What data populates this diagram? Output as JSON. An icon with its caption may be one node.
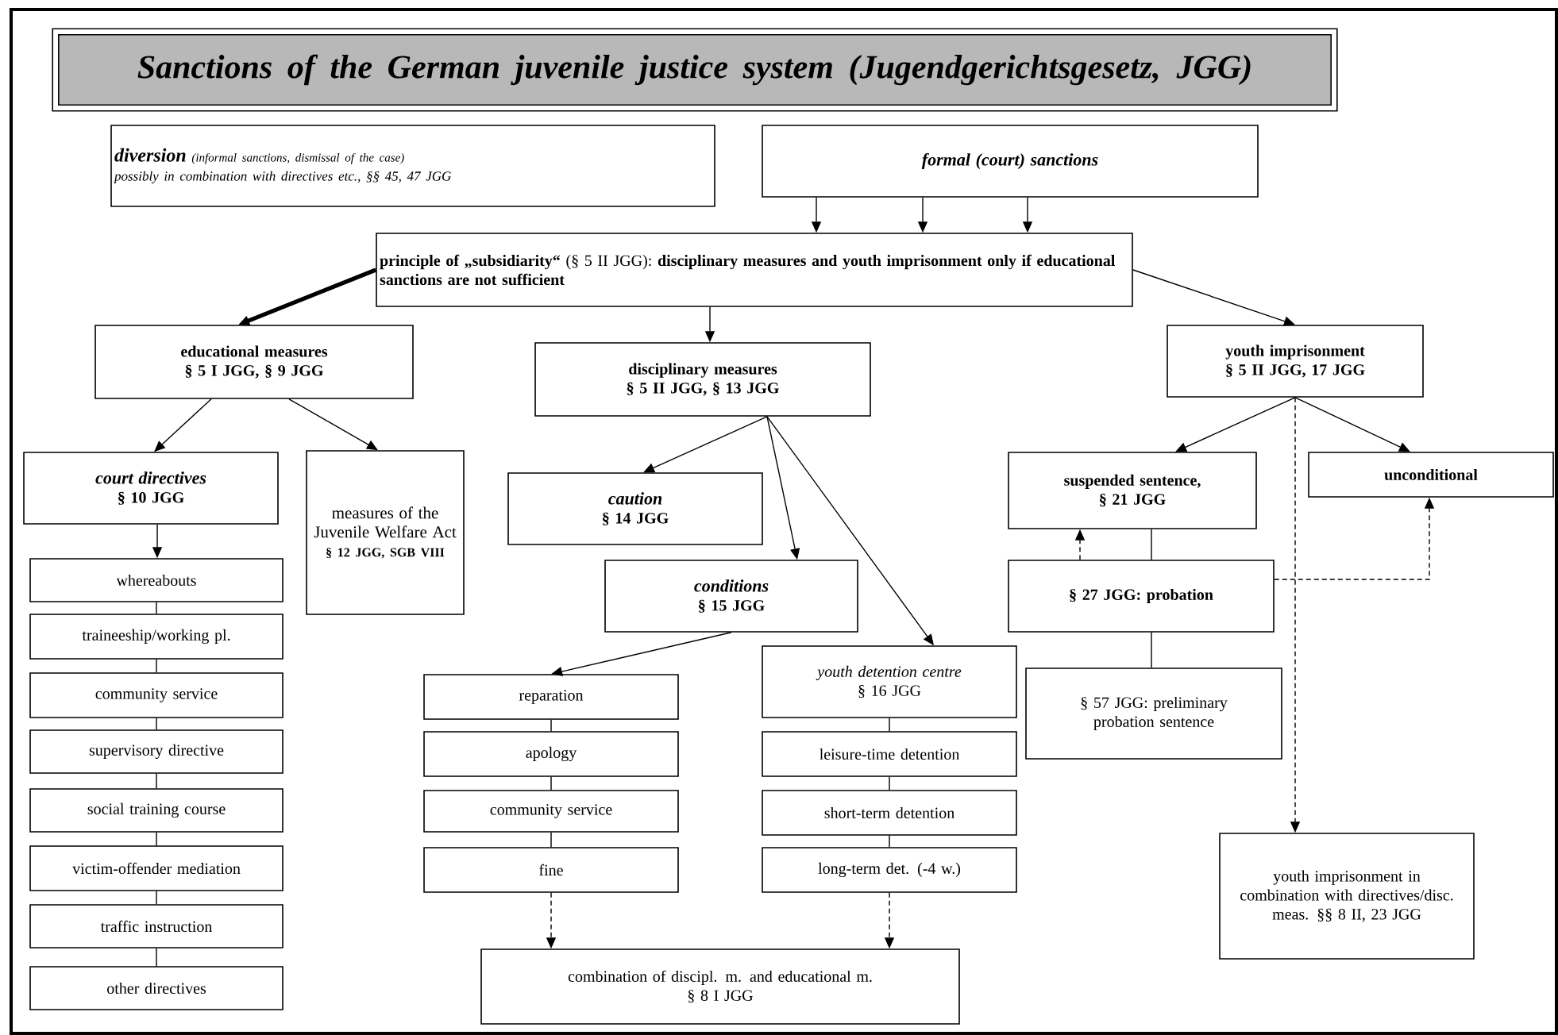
{
  "diagram": {
    "nodes": [
      {
        "text": [
          "Sanctions of the German juvenile justice system (Jugendgerichtsgesetz, JGG)"
        ]
      },
      {
        "text": [
          "diversion",
          "(informal sanctions, dismissal of the case)",
          "possibly in combination with directives etc., §§ 45, 47 JGG"
        ]
      },
      {
        "text": [
          "formal (court) sanctions"
        ]
      },
      {
        "text": [
          "**principle of „subsidiarity“** (§ 5 II JGG): **disciplinary measures and youth imprisonment only if educational sanctions are not sufficient**"
        ]
      },
      {
        "text": [
          "educational measures",
          "§ 5 I JGG, § 9 JGG"
        ]
      },
      {
        "text": [
          "disciplinary measures",
          "§ 5 II JGG, § 13 JGG"
        ]
      },
      {
        "text": [
          "youth imprisonment",
          "§ 5 II JGG, 17 JGG"
        ]
      },
      {
        "text": [
          "court directives",
          "§ 10 JGG"
        ]
      },
      {
        "text": [
          "measures of the Juvenile Welfare Act",
          "§ 12 JGG, SGB VIII"
        ]
      },
      {
        "text": [
          "caution",
          "§ 14 JGG"
        ]
      },
      {
        "text": [
          "suspended sentence,",
          "§ 21 JGG"
        ]
      },
      {
        "text": [
          "unconditional"
        ]
      },
      {
        "text": [
          "conditions",
          "§ 15 JGG"
        ]
      },
      {
        "text": [
          "§ 27 JGG: probation"
        ]
      },
      {
        "text": [
          "youth detention centre",
          "§ 16 JGG"
        ]
      },
      {
        "text": [
          "§ 57 JGG: preliminary probation sentence"
        ]
      },
      {
        "text": [
          "whereabouts"
        ]
      },
      {
        "text": [
          "traineeship/working pl."
        ]
      },
      {
        "text": [
          "community service"
        ]
      },
      {
        "text": [
          "supervisory directive"
        ]
      },
      {
        "text": [
          "social training course"
        ]
      },
      {
        "text": [
          "victim-offender mediation"
        ]
      },
      {
        "text": [
          "traffic instruction"
        ]
      },
      {
        "text": [
          "other directives"
        ]
      },
      {
        "text": [
          "reparation"
        ]
      },
      {
        "text": [
          "apology"
        ]
      },
      {
        "text": [
          "community service"
        ]
      },
      {
        "text": [
          "fine"
        ]
      },
      {
        "text": [
          "leisure-time detention"
        ]
      },
      {
        "text": [
          "short-term detention"
        ]
      },
      {
        "text": [
          "long-term det. (-4 w.)"
        ]
      },
      {
        "text": [
          "combination of discipl. m. and educational m.",
          "§ 8 I JGG"
        ]
      },
      {
        "text": [
          "youth imprisonment in combination with directives/disc. meas. §§ 8 II, 23 JGG"
        ]
      }
    ],
    "edges": [
      {
        "from": 2,
        "to": 3,
        "arrow": "to"
      },
      {
        "from": 2,
        "to": 3,
        "arrow": "to"
      },
      {
        "from": 2,
        "to": 3,
        "arrow": "to"
      },
      {
        "from": 3,
        "to": 4,
        "arrow": "to",
        "style": "thick"
      },
      {
        "from": 3,
        "to": 5,
        "arrow": "to"
      },
      {
        "from": 3,
        "to": 6,
        "arrow": "to"
      },
      {
        "from": 4,
        "to": 7,
        "arrow": "to"
      },
      {
        "from": 4,
        "to": 8,
        "arrow": "to"
      },
      {
        "from": 5,
        "to": 9,
        "arrow": "to"
      },
      {
        "from": 5,
        "to": 12,
        "arrow": "to"
      },
      {
        "from": 5,
        "to": 14,
        "arrow": "to"
      },
      {
        "from": 6,
        "to": 10,
        "arrow": "to"
      },
      {
        "from": 6,
        "to": 11,
        "arrow": "to"
      },
      {
        "from": 6,
        "to": 32,
        "arrow": "to",
        "style": "dashed"
      },
      {
        "from": 13,
        "to": 10,
        "arrow": "to",
        "style": "dashed"
      },
      {
        "from": 10,
        "to": 13,
        "arrow": "none"
      },
      {
        "from": 13,
        "to": 11,
        "arrow": "to",
        "style": "dashed"
      },
      {
        "from": 13,
        "to": 15,
        "arrow": "none"
      },
      {
        "from": 7,
        "to": 16,
        "arrow": "to"
      },
      {
        "from": 16,
        "to": 17,
        "arrow": "none"
      },
      {
        "from": 17,
        "to": 18,
        "arrow": "none"
      },
      {
        "from": 18,
        "to": 19,
        "arrow": "none"
      },
      {
        "from": 19,
        "to": 20,
        "arrow": "none"
      },
      {
        "from": 20,
        "to": 21,
        "arrow": "none"
      },
      {
        "from": 21,
        "to": 22,
        "arrow": "none"
      },
      {
        "from": 22,
        "to": 23,
        "arrow": "none"
      },
      {
        "from": 12,
        "to": 24,
        "arrow": "to"
      },
      {
        "from": 24,
        "to": 25,
        "arrow": "none"
      },
      {
        "from": 25,
        "to": 26,
        "arrow": "none"
      },
      {
        "from": 26,
        "to": 27,
        "arrow": "none"
      },
      {
        "from": 14,
        "to": 28,
        "arrow": "none"
      },
      {
        "from": 28,
        "to": 29,
        "arrow": "none"
      },
      {
        "from": 29,
        "to": 30,
        "arrow": "none"
      },
      {
        "from": 27,
        "to": 31,
        "arrow": "to",
        "style": "dashed"
      },
      {
        "from": 30,
        "to": 31,
        "arrow": "to",
        "style": "dashed"
      }
    ]
  }
}
